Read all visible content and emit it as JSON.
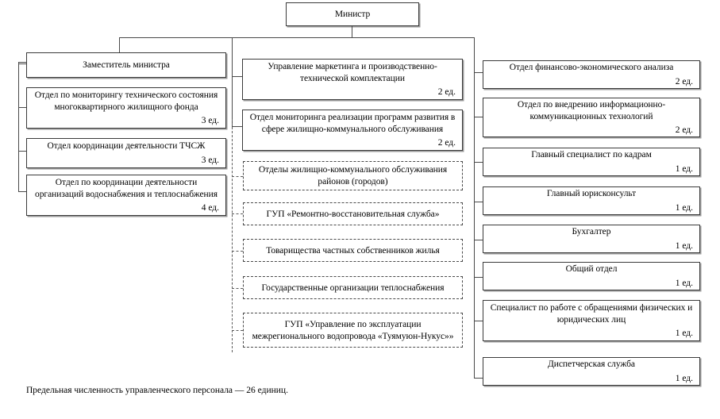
{
  "diagram": {
    "root": {
      "label": "Министр"
    },
    "left_branch": [
      {
        "label": "Заместитель министра",
        "count": ""
      },
      {
        "label": "Отдел по мониторингу технического состояния многоквартирного жилищного фонда",
        "count": "3 ед."
      },
      {
        "label": "Отдел координации деятельности ТЧСЖ",
        "count": "3 ед."
      },
      {
        "label": "Отдел по координации деятельности организаций водоснабжения и теплоснабжения",
        "count": "4 ед."
      }
    ],
    "center_branch_solid": [
      {
        "label": "Управление маркетинга и производственно-технической комплектации",
        "count": "2 ед."
      },
      {
        "label": "Отдел мониторинга реализации программ развития в сфере жилищно-коммунального обслуживания",
        "count": "2 ед."
      }
    ],
    "center_branch_dashed": [
      {
        "label": "Отделы жилищно-коммунального обслуживания районов (городов)",
        "count": ""
      },
      {
        "label": "ГУП «Ремонтно-восстановительная служба»",
        "count": ""
      },
      {
        "label": "Товарищества частных собственников жилья",
        "count": ""
      },
      {
        "label": "Государственные организации теплоснабжения",
        "count": ""
      },
      {
        "label": "ГУП «Управление по эксплуатации межрегионального водопровода  «Туямуюн-Нукус»»",
        "count": ""
      }
    ],
    "right_branch": [
      {
        "label": "Отдел финансово-экономического анализа",
        "count": "2 ед."
      },
      {
        "label": "Отдел по внедрению информационно-коммуникационных технологий",
        "count": "2 ед."
      },
      {
        "label": "Главный специалист по кадрам",
        "count": "1 ед."
      },
      {
        "label": "Главный юрисконсульт",
        "count": "1 ед."
      },
      {
        "label": "Бухгалтер",
        "count": "1 ед."
      },
      {
        "label": "Общий отдел",
        "count": "1 ед."
      },
      {
        "label": "Специалист по работе с обращениями физических и юридических лиц",
        "count": "1 ед."
      },
      {
        "label": "Диспетчерская служба",
        "count": "1 ед."
      }
    ],
    "footer": "Предельная численность управленческого персонала — 26 единиц."
  }
}
